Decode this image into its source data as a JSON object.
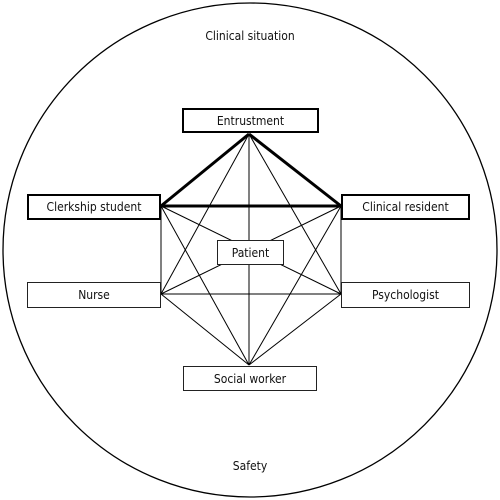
{
  "diagram": {
    "context_top": "Clinical situation",
    "context_bottom": "Safety",
    "nodes": {
      "entrustment": "Entrustment",
      "clerkship_student": "Clerkship student",
      "clinical_resident": "Clinical resident",
      "patient": "Patient",
      "nurse": "Nurse",
      "psychologist": "Psychologist",
      "social_worker": "Social worker"
    },
    "emphasized_nodes": [
      "entrustment",
      "clerkship_student",
      "clinical_resident"
    ],
    "emphasized_links": [
      [
        "entrustment",
        "clerkship_student"
      ],
      [
        "entrustment",
        "clinical_resident"
      ],
      [
        "clerkship_student",
        "clinical_resident"
      ]
    ],
    "links": "all pairs among entrustment, clerkship_student, clinical_resident, nurse, psychologist, social_worker",
    "colors": {
      "line": "#000000",
      "background": "#ffffff"
    }
  }
}
